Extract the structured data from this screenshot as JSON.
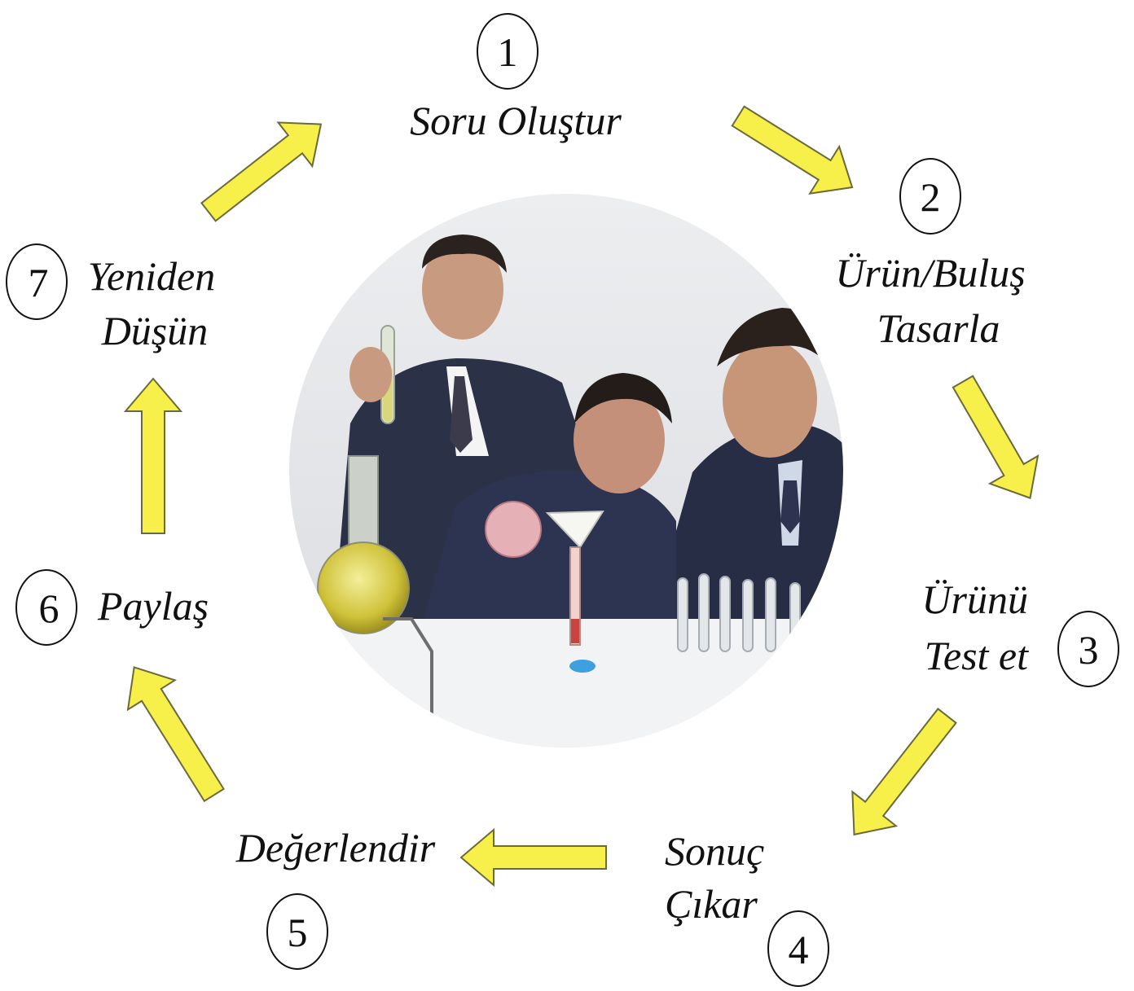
{
  "steps": [
    {
      "number": "1",
      "lines": [
        "Soru Oluştur"
      ]
    },
    {
      "number": "2",
      "lines": [
        "Ürün/Buluş",
        "Tasarla"
      ]
    },
    {
      "number": "3",
      "lines": [
        "Ürünü",
        "Test et"
      ]
    },
    {
      "number": "4",
      "lines": [
        "Sonuç",
        "Çıkar"
      ]
    },
    {
      "number": "5",
      "lines": [
        "Değerlendir"
      ]
    },
    {
      "number": "6",
      "lines": [
        "Paylaş"
      ]
    },
    {
      "number": "7",
      "lines": [
        "Yeniden",
        "Düşün"
      ]
    }
  ],
  "colors": {
    "arrow_fill": "#f8f04a",
    "arrow_stroke": "#6b6a3a",
    "text": "#111111"
  },
  "center_image": {
    "description_icon": "students-lab-photo-icon"
  }
}
